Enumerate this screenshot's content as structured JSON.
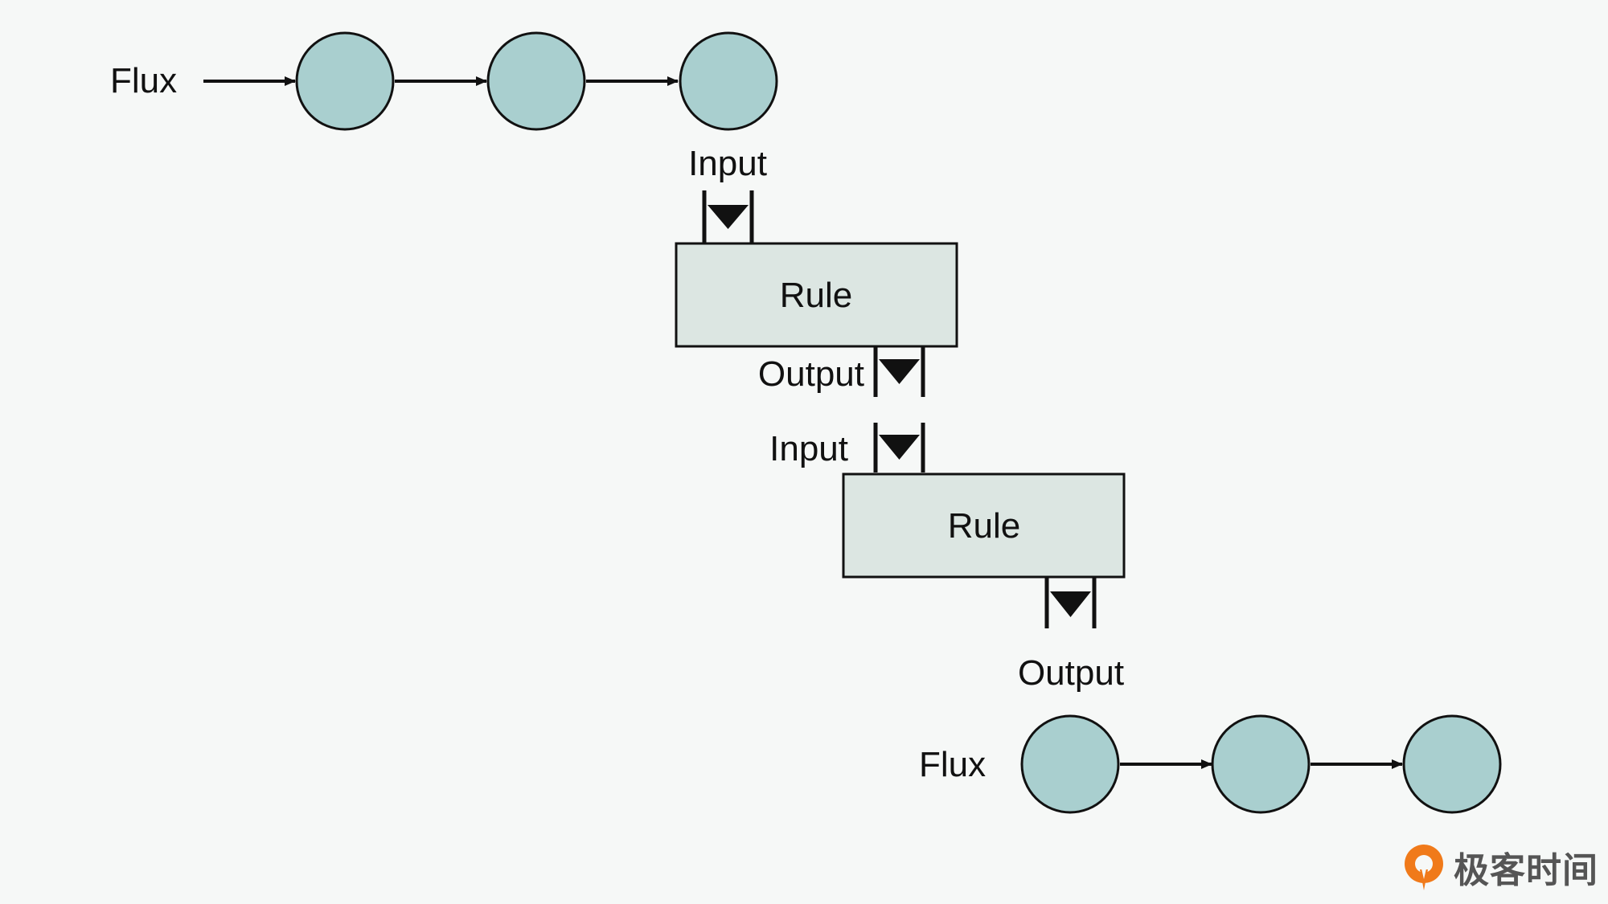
{
  "diagram": {
    "top_flux_label": "Flux",
    "bottom_flux_label": "Flux",
    "rule1": {
      "label": "Rule",
      "input_label": "Input",
      "output_label": "Output"
    },
    "rule2": {
      "label": "Rule",
      "input_label": "Input",
      "output_label": "Output"
    }
  },
  "colors": {
    "background": "#f6f8f7",
    "node_fill": "#a9cfcf",
    "rule_fill": "#dce6e2",
    "stroke": "#111111",
    "watermark_orange": "#f07a1a"
  },
  "watermark": {
    "text": "极客时间"
  }
}
